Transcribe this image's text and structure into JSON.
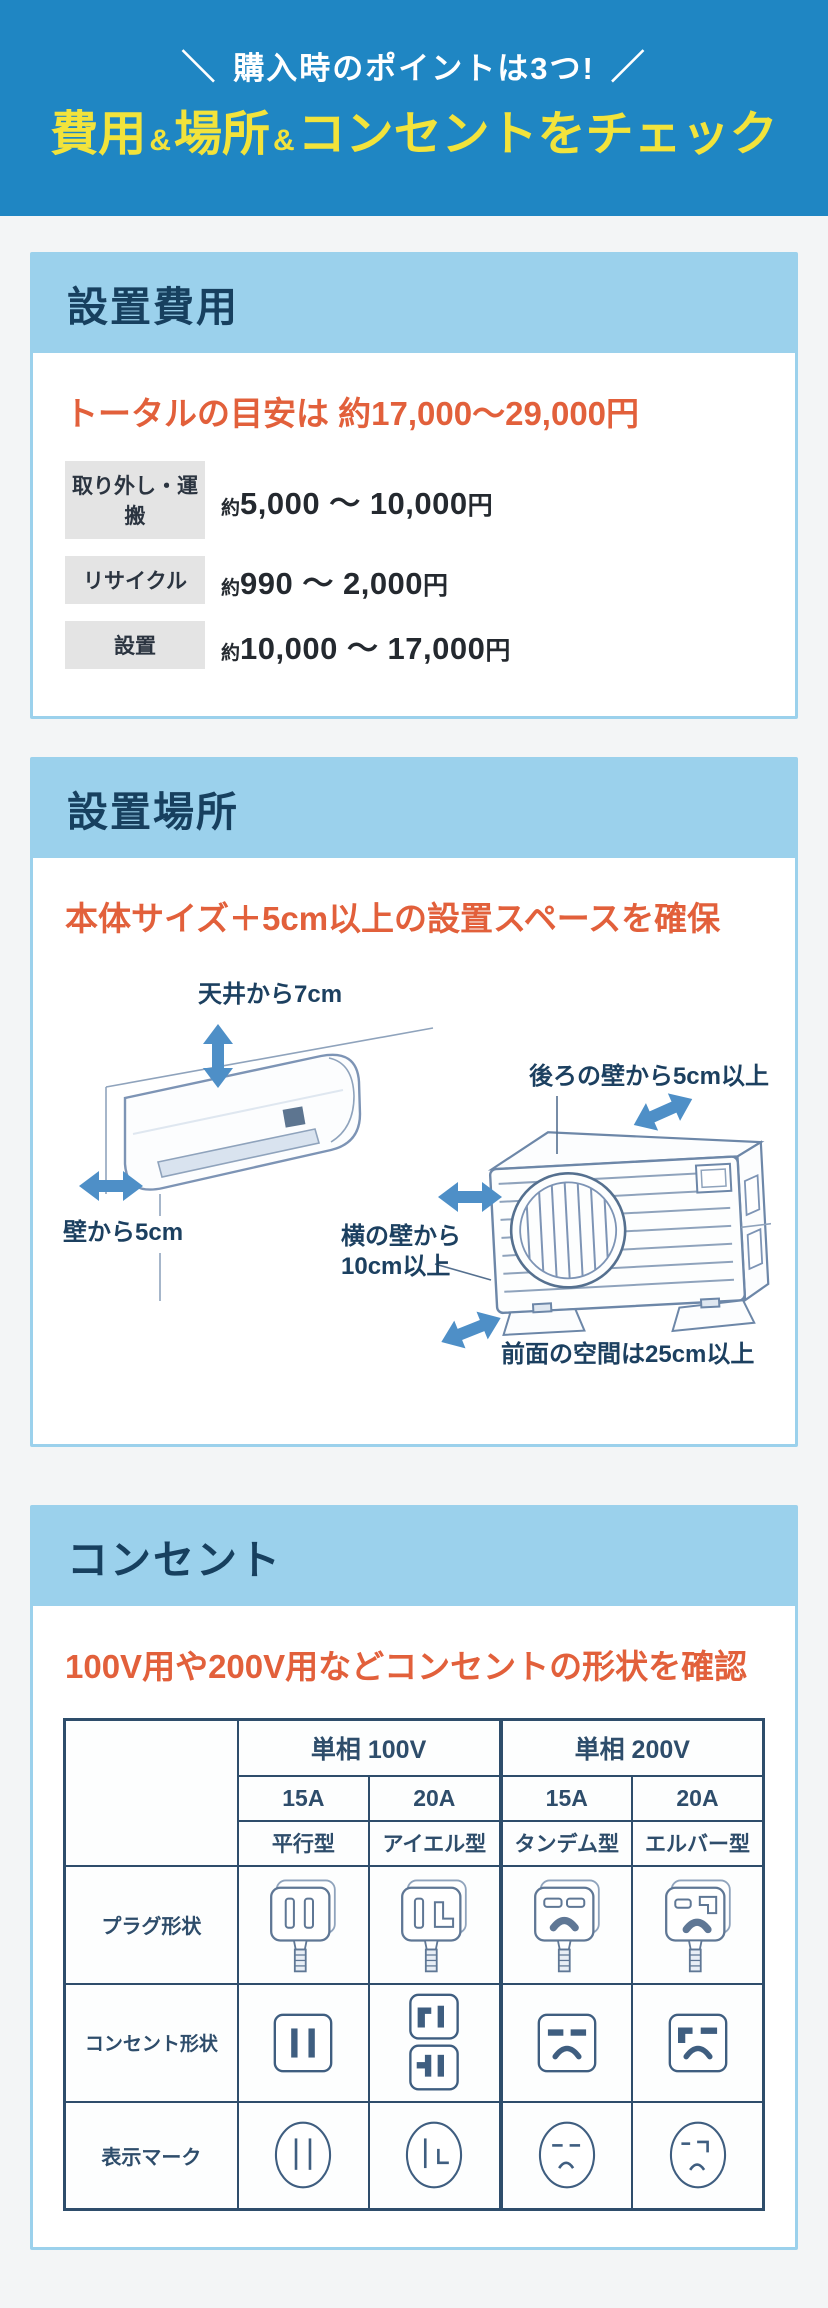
{
  "colors": {
    "banner_blue": "#1f86c3",
    "banner_yellow": "#f2e33b",
    "section_light_blue": "#9bd1ec",
    "heading_navy": "#17405f",
    "accent_orange": "#e2603b",
    "arrow_blue": "#4e8fc7",
    "table_navy": "#2e4d6b",
    "badge_gray": "#e4e4e4"
  },
  "banner": {
    "tagline_left": "＼",
    "tagline": "購入時のポイントは3つ!",
    "tagline_right": "／",
    "title_parts": {
      "p1": "費用",
      "amp1": "&",
      "p2": "場所",
      "amp2": "&",
      "p3": "コンセントをチェック"
    }
  },
  "cost": {
    "heading": "設置費用",
    "title": "トータルの目安は 約17,000～29,000円",
    "rows": [
      {
        "label": "取り外し・運搬",
        "approx": "約",
        "value": "5,000 ～ 10,000",
        "unit": "円"
      },
      {
        "label": "リサイクル",
        "approx": "約",
        "value": "990 ～ 2,000",
        "unit": "円"
      },
      {
        "label": "設置",
        "approx": "約",
        "value": "10,000 ～ 17,000",
        "unit": "円"
      }
    ]
  },
  "location": {
    "heading": "設置場所",
    "title": "本体サイズ＋5cm以上の設置スペースを確保",
    "labels": {
      "ceiling": "天井から7cm",
      "wall": "壁から5cm",
      "back_wall": "後ろの壁から5cm以上",
      "side_wall_line1": "横の壁から",
      "side_wall_line2": "10cm以上",
      "front": "前面の空間は25cm以上"
    }
  },
  "outlet": {
    "heading": "コンセント",
    "title": "100V用や200V用などコンセントの形状を確認",
    "table": {
      "groups": [
        {
          "label": "単相 100V"
        },
        {
          "label": "単相 200V"
        }
      ],
      "columns": [
        {
          "amp": "15A",
          "type": "平行型"
        },
        {
          "amp": "20A",
          "type": "アイエル型"
        },
        {
          "amp": "15A",
          "type": "タンデム型"
        },
        {
          "amp": "20A",
          "type": "エルバー型"
        }
      ],
      "row_labels": {
        "plug": "プラグ形状",
        "outlet_shape": "コンセント形状",
        "mark": "表示マーク"
      }
    }
  }
}
